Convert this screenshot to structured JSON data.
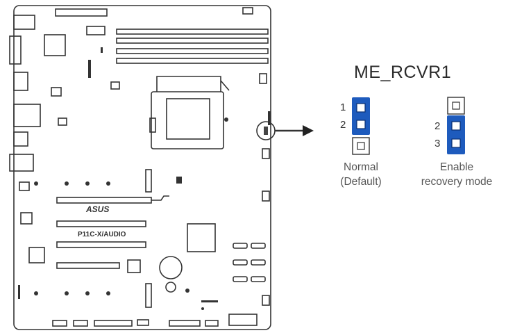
{
  "board": {
    "brand": "ASUS",
    "model": "P11C-X/AUDIO"
  },
  "jumper": {
    "title": "ME_RCVR1",
    "left_pins": [
      "1",
      "2"
    ],
    "right_pins": [
      "2",
      "3"
    ],
    "normal_line1": "Normal",
    "normal_line2": "(Default)",
    "enable_line1": "Enable",
    "enable_line2": "recovery mode"
  },
  "colors": {
    "jumper_cap": "#1e5bbd",
    "outline": "#333333"
  },
  "icons": {
    "arrow": "right-arrow-icon"
  }
}
